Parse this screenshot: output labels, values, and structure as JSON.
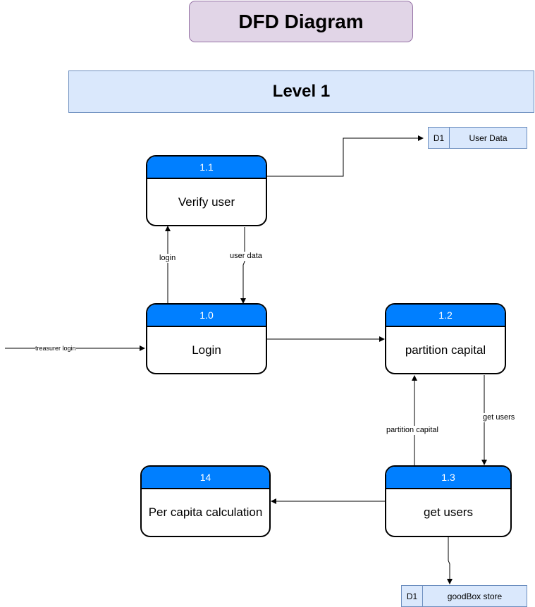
{
  "title": "DFD Diagram",
  "level": "Level 1",
  "processes": {
    "verify_user": {
      "id": "1.1",
      "label": "Verify user"
    },
    "login": {
      "id": "1.0",
      "label": "Login"
    },
    "partition_capital": {
      "id": "1.2",
      "label": "partition capital"
    },
    "get_users": {
      "id": "1.3",
      "label": "get users"
    },
    "per_capita": {
      "id": "14",
      "label": "Per capita calculation"
    }
  },
  "stores": {
    "user_data": {
      "id": "D1",
      "label": "User Data"
    },
    "goodbox_store": {
      "id": "D1",
      "label": "goodBox store"
    }
  },
  "flows": {
    "treasurer_login": "treasurer login",
    "login": "login",
    "user_data": "user data",
    "get_users": "get users",
    "partition_capital": "partition capital"
  },
  "colors": {
    "process_header": "#007fff",
    "title_fill": "#e1d5e7",
    "level_fill": "#dae8fc",
    "store_fill": "#dae8fc"
  }
}
